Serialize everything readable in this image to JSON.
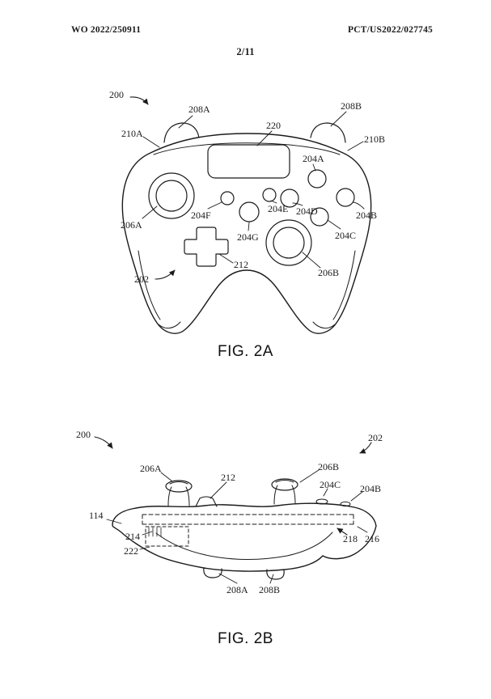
{
  "header": {
    "doc_number_left": "WO 2022/250911",
    "doc_number_right": "PCT/US2022/027745",
    "sheet_number": "2/11"
  },
  "fig2a": {
    "caption": "FIG. 2A",
    "labels": {
      "n200": "200",
      "n202": "202",
      "n204A": "204A",
      "n204B": "204B",
      "n204C": "204C",
      "n204D": "204D",
      "n204E": "204E",
      "n204F": "204F",
      "n204G": "204G",
      "n206A": "206A",
      "n206B": "206B",
      "n208A": "208A",
      "n208B": "208B",
      "n210A": "210A",
      "n210B": "210B",
      "n212": "212",
      "n220": "220"
    }
  },
  "fig2b": {
    "caption": "FIG. 2B",
    "labels": {
      "n114": "114",
      "n200": "200",
      "n202": "202",
      "n204B": "204B",
      "n204C": "204C",
      "n206A": "206A",
      "n206B": "206B",
      "n208A": "208A",
      "n208B": "208B",
      "n212": "212",
      "n214": "214",
      "n216": "216",
      "n218": "218",
      "n222": "222"
    }
  }
}
